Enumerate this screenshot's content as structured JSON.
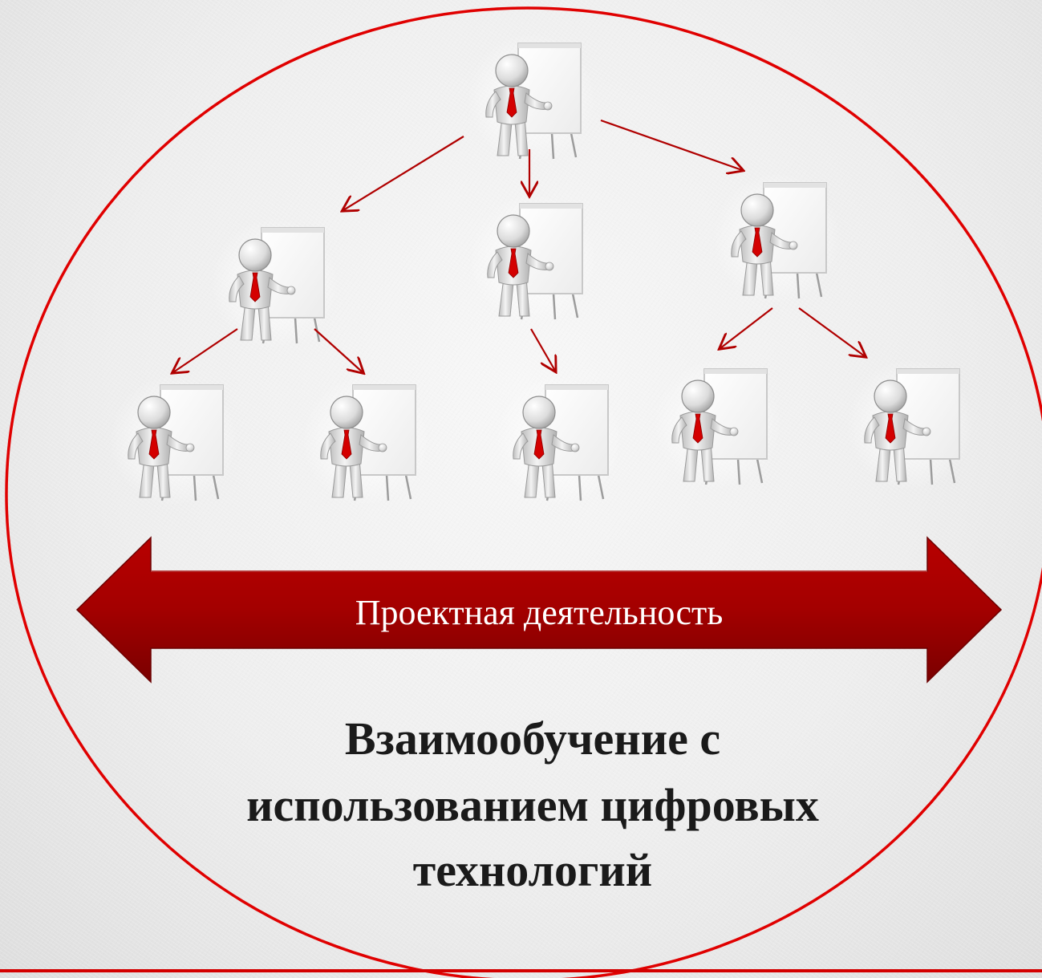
{
  "banner": {
    "label": "Проектная деятельность"
  },
  "caption": {
    "lines": [
      "Взаимообучение с",
      "использованием цифровых",
      "технологий"
    ]
  },
  "hierarchy": {
    "levels": [
      1,
      3,
      5
    ],
    "icon": "presenter-figure-with-flipchart-icon"
  },
  "colors": {
    "circle": "#e00000",
    "connector": "#b00000",
    "banner": "#a30000",
    "tie": "#d40000"
  }
}
